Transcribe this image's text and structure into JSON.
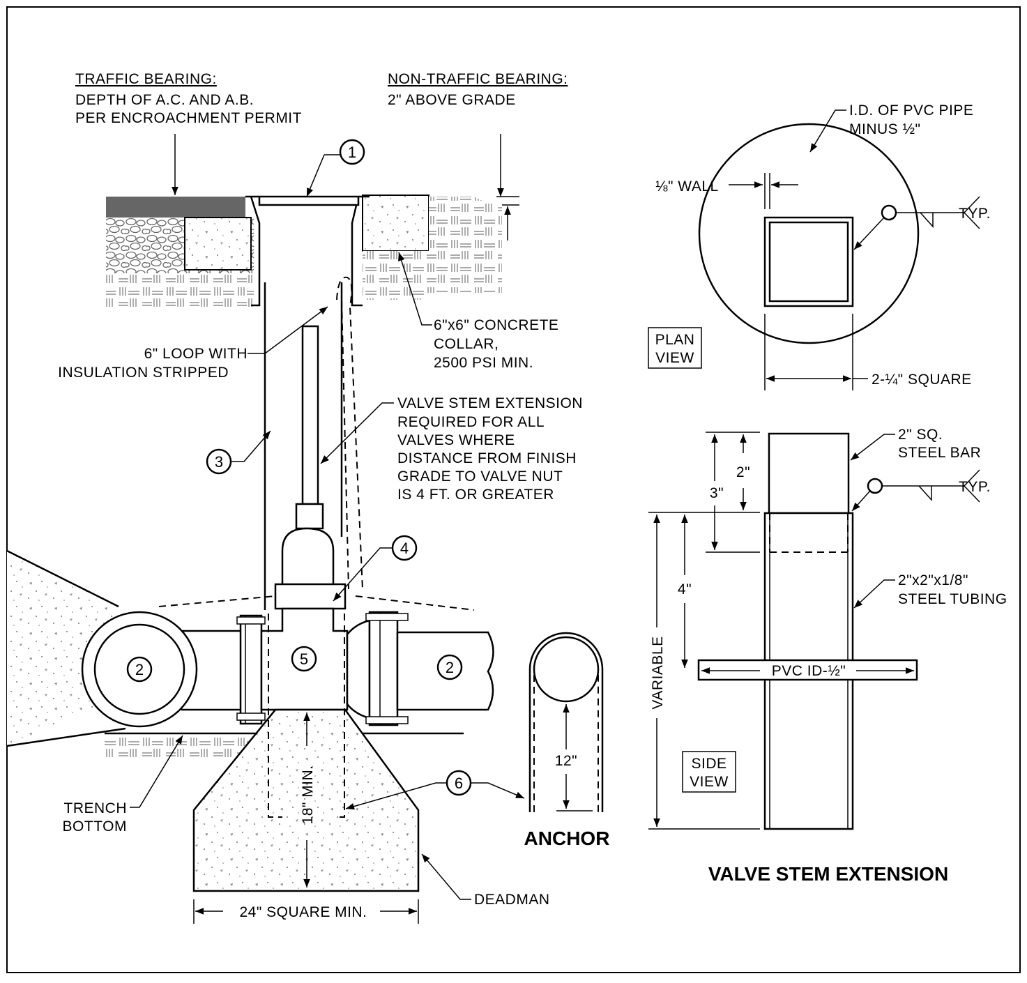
{
  "traffic": {
    "heading": "TRAFFIC BEARING:",
    "line1": "DEPTH OF A.C. AND A.B.",
    "line2": "PER ENCROACHMENT PERMIT"
  },
  "non_traffic": {
    "heading": "NON-TRAFFIC BEARING:",
    "line1": "2\" ABOVE GRADE"
  },
  "callouts": [
    "1",
    "2",
    "2",
    "3",
    "4",
    "5",
    "6"
  ],
  "loop": {
    "line1": "6\" LOOP WITH",
    "line2": "INSULATION STRIPPED"
  },
  "collar": {
    "line1": "6\"x6\" CONCRETE",
    "line2": "COLLAR,",
    "line3": "2500 PSI MIN."
  },
  "stem_note": [
    "VALVE STEM EXTENSION",
    "REQUIRED FOR ALL",
    "VALVES WHERE",
    "DISTANCE FROM FINISH",
    "GRADE TO VALVE NUT",
    "IS 4 FT. OR GREATER"
  ],
  "trench": {
    "line1": "TRENCH",
    "line2": "BOTTOM"
  },
  "dims": {
    "eighteen_min": "18\" MIN.",
    "twentyfour_sq": "24\" SQUARE MIN.",
    "twelve": "12\"",
    "two_in": "2\"",
    "three_in": "3\"",
    "four_in": "4\"",
    "variable": "VARIABLE",
    "pvc_id": "PVC ID-½\"",
    "two_quarter_sq": "2-¼\" SQUARE",
    "eighth_wall": "⅛\" WALL"
  },
  "deadman": "DEADMAN",
  "anchor_title": "ANCHOR",
  "stem_title": "VALVE STEM EXTENSION",
  "plan_view": {
    "line1": "PLAN",
    "line2": "VIEW"
  },
  "side_view": {
    "line1": "SIDE",
    "line2": "VIEW"
  },
  "pvc_pipe": {
    "line1": "I.D. OF PVC PIPE",
    "line2": "MINUS ½\""
  },
  "weld_typ": "TYP.",
  "steel_bar": {
    "line1": "2\" SQ.",
    "line2": "STEEL BAR"
  },
  "steel_tubing": {
    "line1": "2\"x2\"x1/8\"",
    "line2": "STEEL TUBING"
  }
}
